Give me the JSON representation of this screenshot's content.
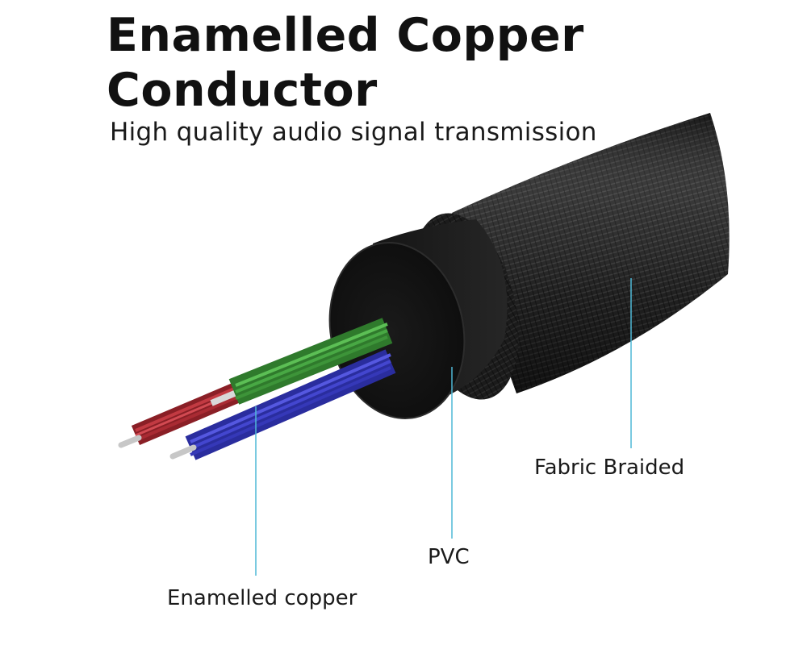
{
  "header": {
    "title": "Enamelled Copper Conductor",
    "subtitle": "High quality audio signal transmission"
  },
  "callouts": {
    "fabric": "Fabric Braided",
    "pvc": "PVC",
    "copper": "Enamelled copper"
  },
  "colors": {
    "jacket": "#1c1c1c",
    "wire_red": "#b8333a",
    "wire_green": "#3f9a3c",
    "wire_blue": "#3b3fc9",
    "leader_line": "#4fb8d6"
  }
}
